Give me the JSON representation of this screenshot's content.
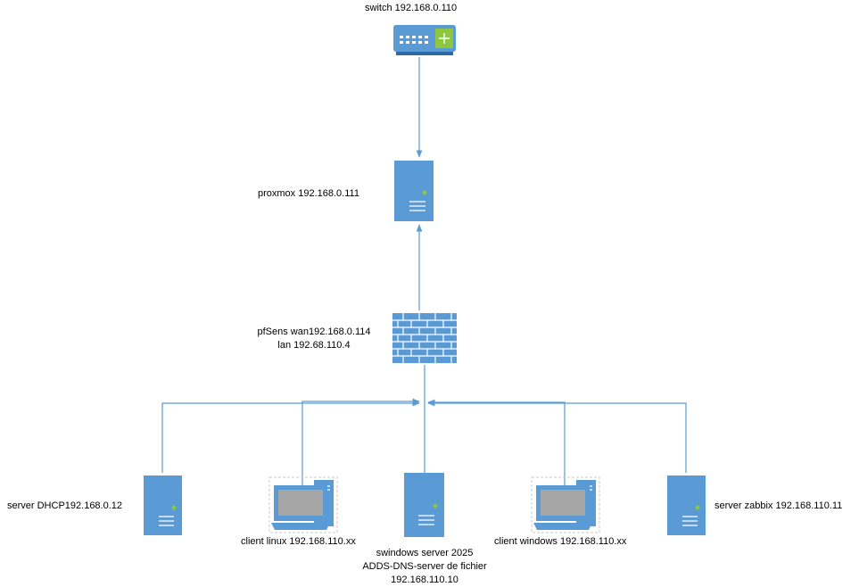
{
  "colors": {
    "device": "#5b9bd5",
    "device_dark": "#2e6aa5",
    "line": "#5b9bd5",
    "switch_green": "#8dc63f",
    "screen": "#a6a6a6",
    "text": "#000000"
  },
  "nodes": {
    "switch": {
      "label": "switch 192.168.0.110",
      "icon": "network-switch-icon"
    },
    "proxmox": {
      "label": "proxmox 192.168.0.111",
      "icon": "server-tower-icon"
    },
    "pfsense": {
      "label_line1": "pfSens  wan192.168.0.114",
      "label_line2": "lan 192.68.110.4",
      "icon": "firewall-icon"
    },
    "dhcp": {
      "label": "server DHCP192.168.0.12",
      "icon": "server-tower-icon"
    },
    "client_linux": {
      "label": "client linux 192.168.110.xx",
      "icon": "workstation-icon"
    },
    "windows_server": {
      "label_line1": "swindows server 2025",
      "label_line2": "ADDS-DNS-server de fichier",
      "label_line3": "192.168.110.10",
      "icon": "server-tower-icon"
    },
    "client_windows": {
      "label": "client windows 192.168.110.xx",
      "icon": "workstation-icon"
    },
    "zabbix": {
      "label": "server zabbix 192.168.110.11",
      "icon": "server-tower-icon"
    }
  }
}
